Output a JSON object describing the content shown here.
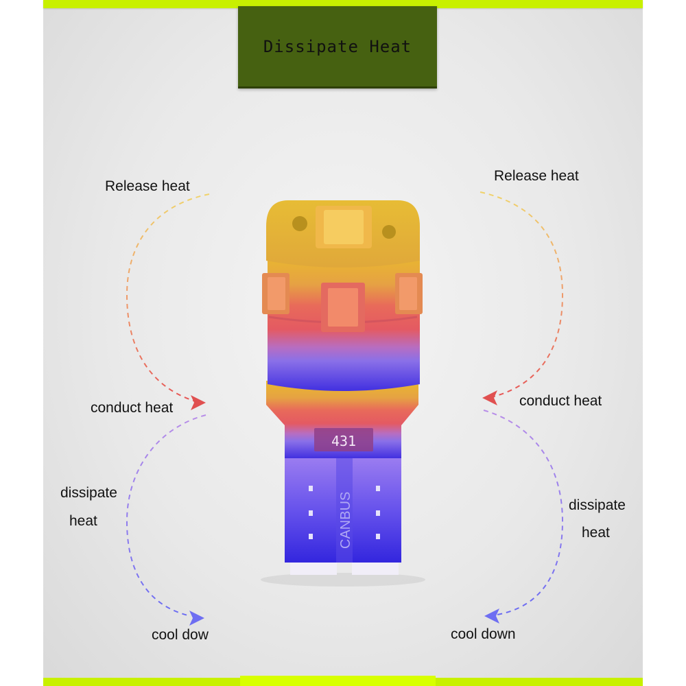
{
  "title": "Dissipate Heat",
  "left_labels": {
    "release": "Release heat",
    "conduct": "conduct heat",
    "dissipate_1": "dissipate",
    "dissipate_2": "heat",
    "cool": "cool dow"
  },
  "right_labels": {
    "release": "Release heat",
    "conduct": "conduct heat",
    "dissipate_1": "dissipate",
    "dissipate_2": "heat",
    "cool": "cool down"
  },
  "bulb": {
    "chip_code": "431",
    "base_text": "CANBUS"
  },
  "colors": {
    "accent_bar": "#c8f000",
    "title_bg": "#466111",
    "hot": "#e8c23a",
    "warm": "#e85a5a",
    "cool": "#7a70f0"
  }
}
